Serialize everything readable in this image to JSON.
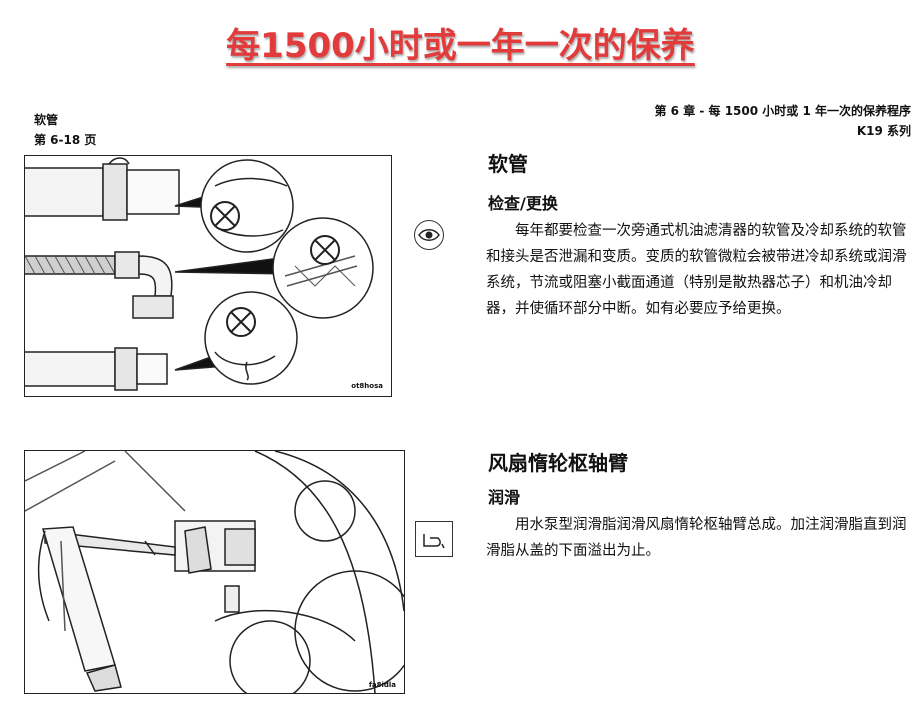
{
  "page_title": "每1500小时或一年一次的保养",
  "header": {
    "left_line1": "软管",
    "left_line2": "第 6-18 页",
    "right_line1": "第 6 章 - 每 1500 小时或 1 年一次的保养程序",
    "right_line2": "K19 系列"
  },
  "section1": {
    "title": "软管",
    "subtitle": "检查/更换",
    "body": "每年都要检查一次旁通式机油滤清器的软管及冷却系统的软管和接头是否泄漏和变质。变质的软管微粒会被带进冷却系统或润滑系统，节流或阻塞小截面通道（特别是散热器芯子）和机油冷却器，并使循环部分中断。如有必要应予给更换。",
    "figure_code": "ot8hosa",
    "icon": "eye-icon"
  },
  "section2": {
    "title": "风扇惰轮枢轴臂",
    "subtitle": "润滑",
    "body": "用水泵型润滑脂润滑风扇惰轮枢轴臂总成。加注润滑脂直到润滑脂从盖的下面溢出为止。",
    "figure_code": "fa8idla",
    "icon": "grease-gun-icon"
  },
  "colors": {
    "title": "#e23b3b",
    "text": "#111111"
  }
}
